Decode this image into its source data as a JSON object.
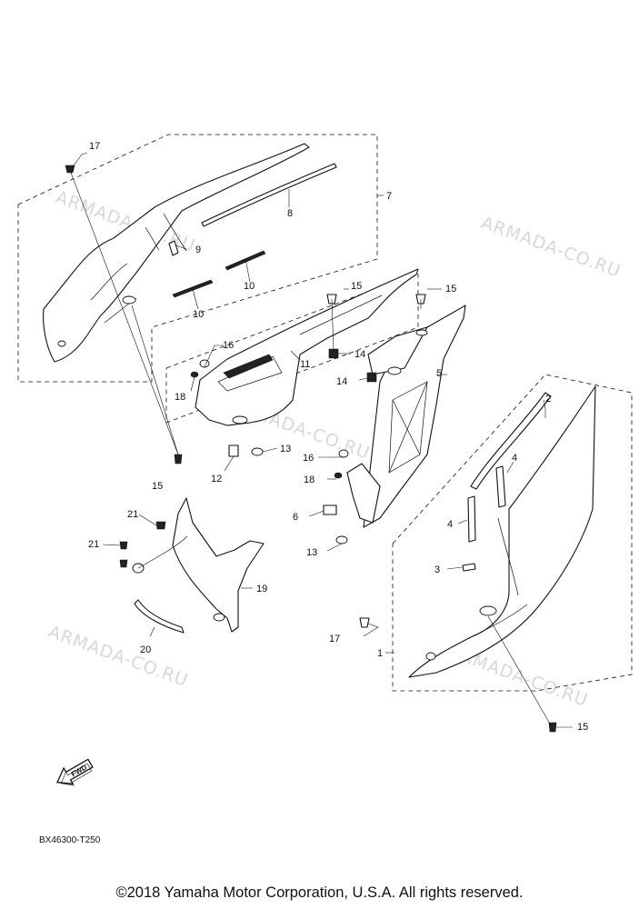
{
  "watermark": "ARMADA-CO.RU",
  "diagram_code": "BX46300-T250",
  "copyright": "©2018 Yamaha Motor Corporation, U.S.A. All rights reserved.",
  "fwd_label": "FWD",
  "callouts": {
    "c1": "1",
    "c2": "2",
    "c3": "3",
    "c4a": "4",
    "c4b": "4",
    "c5": "5",
    "c6": "6",
    "c7": "7",
    "c8": "8",
    "c9": "9",
    "c10a": "10",
    "c10b": "10",
    "c11": "11",
    "c12": "12",
    "c13a": "13",
    "c13b": "13",
    "c14a": "14",
    "c14b": "14",
    "c15a": "15",
    "c15b": "15",
    "c15c": "15",
    "c15d": "15",
    "c16a": "16",
    "c16b": "16",
    "c17a": "17",
    "c17b": "17",
    "c18a": "18",
    "c18b": "18",
    "c19": "19",
    "c20": "20",
    "c21a": "21",
    "c21b": "21"
  }
}
